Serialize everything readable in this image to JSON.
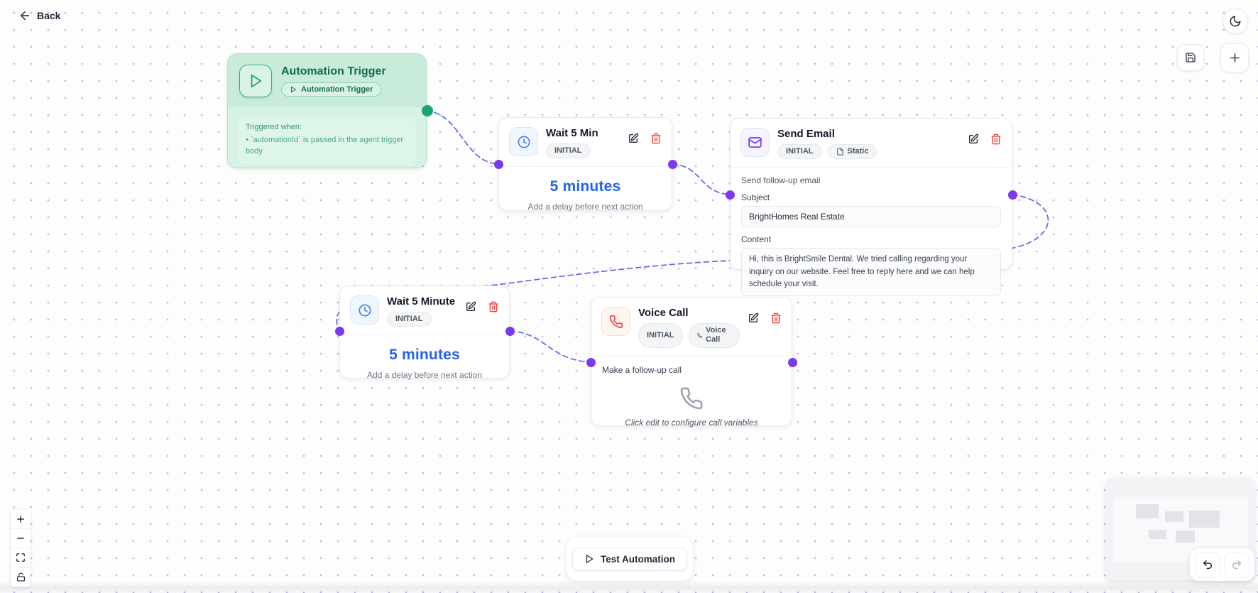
{
  "topbar": {
    "back_label": "Back"
  },
  "nodes": {
    "trigger": {
      "title": "Automation Trigger",
      "badge": "Automation Trigger",
      "body_heading": "Triggered when:",
      "body_bullet": "•   `automationId` is passed in the agent trigger body"
    },
    "wait_a": {
      "title": "Wait 5 Min",
      "status": "INITIAL",
      "duration": "5 minutes",
      "description": "Add a delay before next action"
    },
    "send_email": {
      "title": "Send Email",
      "status": "INITIAL",
      "type_badge": "Static",
      "description": "Send follow-up email",
      "subject_label": "Subject",
      "subject_value": "BrightHomes Real Estate",
      "content_label": "Content",
      "content_value": "Hi, this is BrightSmile Dental. We tried calling regarding your inquiry on our website. Feel free to reply here and we can help schedule your visit."
    },
    "wait_b": {
      "title": "Wait 5 Minute",
      "status": "INITIAL",
      "duration": "5 minutes",
      "description": "Add a delay before next action"
    },
    "voice_call": {
      "title": "Voice Call",
      "status": "INITIAL",
      "type_badge": "Voice Call",
      "description": "Make a follow-up call",
      "hint": "Click edit to configure call variables"
    }
  },
  "footer": {
    "test_button_label": "Test Automation"
  },
  "colors": {
    "accent_purple": "#7c3aed",
    "edge_blue": "#5a5fe0",
    "trigger_green": "#17a673",
    "wait_blue": "#2563eb",
    "danger_red": "#ef4444"
  }
}
